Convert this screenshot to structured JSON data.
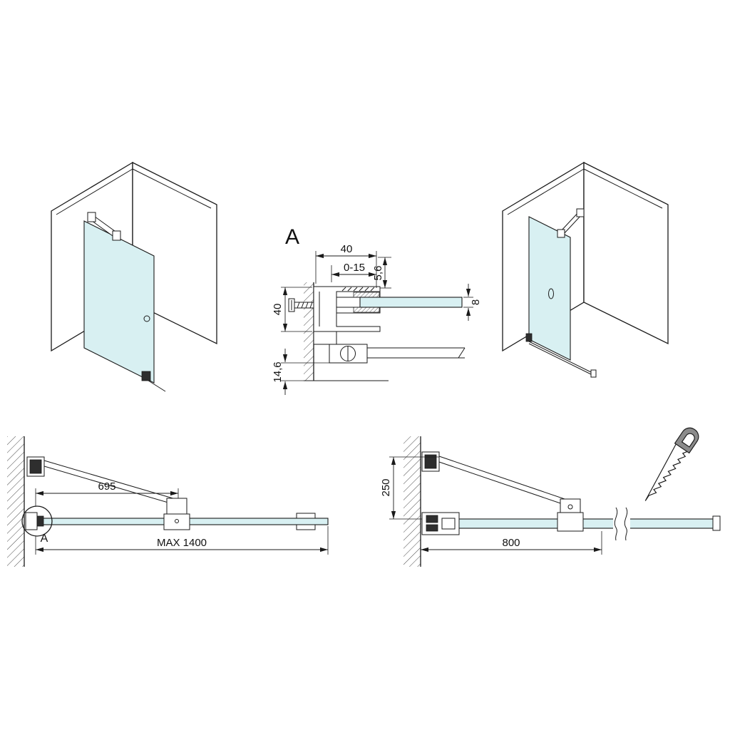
{
  "colors": {
    "glass_fill": "#d8f0f2",
    "line": "#1a1a1a"
  },
  "detail_view": {
    "label": "A",
    "dim_top_width": "40",
    "dim_adjust": "0-15",
    "dim_seal": "5,6",
    "dim_glass": "8",
    "dim_profile": "40",
    "dim_floor": "14,6"
  },
  "plan_left": {
    "detail_label": "A",
    "dim_arm": "695",
    "dim_max": "MAX 1400"
  },
  "plan_right": {
    "dim_height": "250",
    "dim_cut": "800"
  }
}
